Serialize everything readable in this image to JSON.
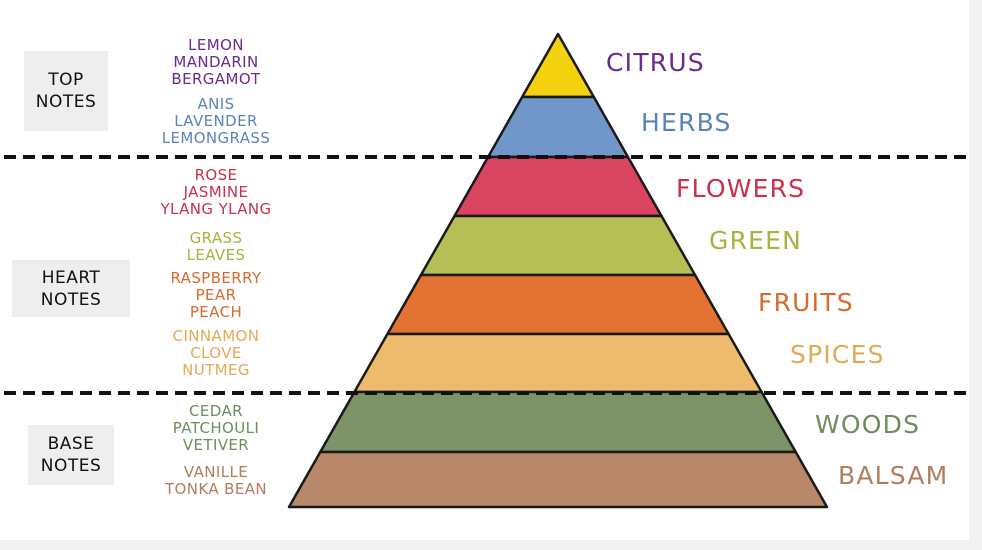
{
  "sections": [
    {
      "id": "top",
      "lines": [
        "TOP",
        "NOTES"
      ]
    },
    {
      "id": "heart",
      "lines": [
        "HEART",
        "NOTES"
      ]
    },
    {
      "id": "base",
      "lines": [
        "BASE",
        "NOTES"
      ]
    }
  ],
  "note_groups": [
    {
      "items": [
        "LEMON",
        "MANDARIN",
        "BERGAMOT"
      ],
      "color": "#6a2a8e"
    },
    {
      "items": [
        "ANIS",
        "LAVENDER",
        "LEMONGRASS"
      ],
      "color": "#5a84b8"
    },
    {
      "items": [
        "ROSE",
        "JASMINE",
        "YLANG YLANG"
      ],
      "color": "#c8304e"
    },
    {
      "items": [
        "GRASS",
        "LEAVES"
      ],
      "color": "#a8b23e"
    },
    {
      "items": [
        "RASPBERRY",
        "PEAR",
        "PEACH"
      ],
      "color": "#d86a2c"
    },
    {
      "items": [
        "CINNAMON",
        "CLOVE",
        "NUTMEG"
      ],
      "color": "#e3aa55"
    },
    {
      "items": [
        "CEDAR",
        "PATCHOULI",
        "VETIVER"
      ],
      "color": "#6e8d5c"
    },
    {
      "items": [
        "VANILLE",
        "TONKA BEAN"
      ],
      "color": "#b07e5e"
    }
  ],
  "families": [
    {
      "label": "CITRUS",
      "color": "#6a2a8e",
      "fill": "#f5d20f"
    },
    {
      "label": "HERBS",
      "color": "#5a84b8",
      "fill": "#7096ca"
    },
    {
      "label": "FLOWERS",
      "color": "#c8304e",
      "fill": "#d94560"
    },
    {
      "label": "GREEN",
      "color": "#a8b23e",
      "fill": "#b5bf55"
    },
    {
      "label": "FRUITS",
      "color": "#d86a2c",
      "fill": "#e27332"
    },
    {
      "label": "SPICES",
      "color": "#e3aa55",
      "fill": "#edbb6b"
    },
    {
      "label": "WOODS",
      "color": "#6e8d5c",
      "fill": "#7d9469"
    },
    {
      "label": "BALSAM",
      "color": "#b07e5e",
      "fill": "#b9876a"
    }
  ]
}
